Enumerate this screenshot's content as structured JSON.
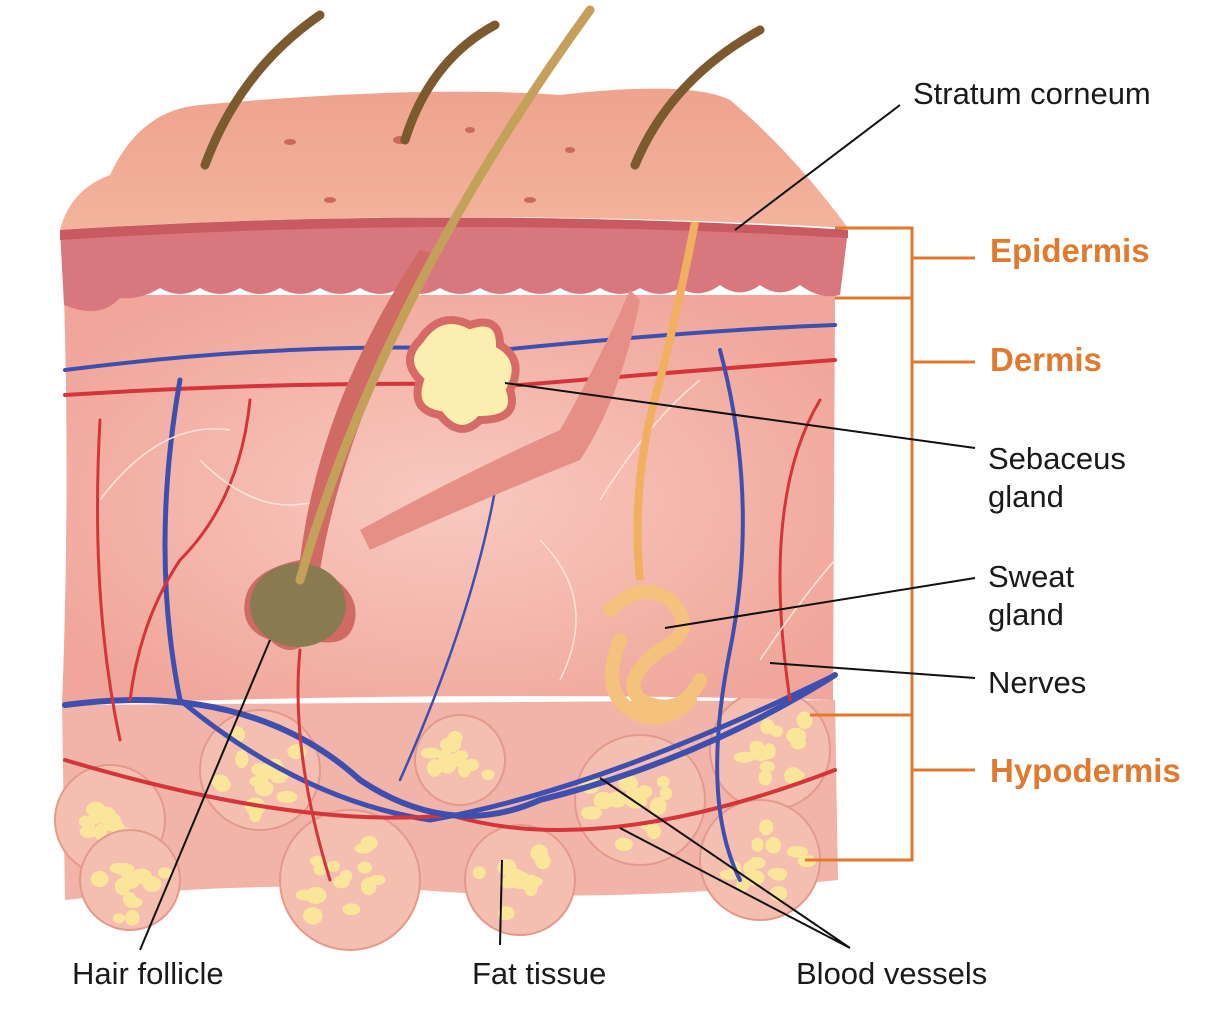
{
  "diagram": {
    "layers": {
      "epidermis": "Epidermis",
      "dermis": "Dermis",
      "hypodermis": "Hypodermis"
    },
    "labels": {
      "stratum_corneum": "Stratum corneum",
      "sebaceus_gland_1": "Sebaceus",
      "sebaceus_gland_2": "gland",
      "sweat_gland_1": "Sweat",
      "sweat_gland_2": "gland",
      "nerves": "Nerves",
      "hair_follicle": "Hair follicle",
      "fat_tissue": "Fat tissue",
      "blood_vessels": "Blood vessels"
    },
    "colors": {
      "layer_accent": "#e07a2e",
      "skin_surface": "#efa58c",
      "epidermis": "#d9777e",
      "dermis": "#f4b0a6",
      "hypodermis": "#f2b4a8",
      "fat": "#fbe59a",
      "artery": "#d4353a",
      "vein": "#3f4fb0",
      "hair": "#7a5a2e"
    }
  }
}
